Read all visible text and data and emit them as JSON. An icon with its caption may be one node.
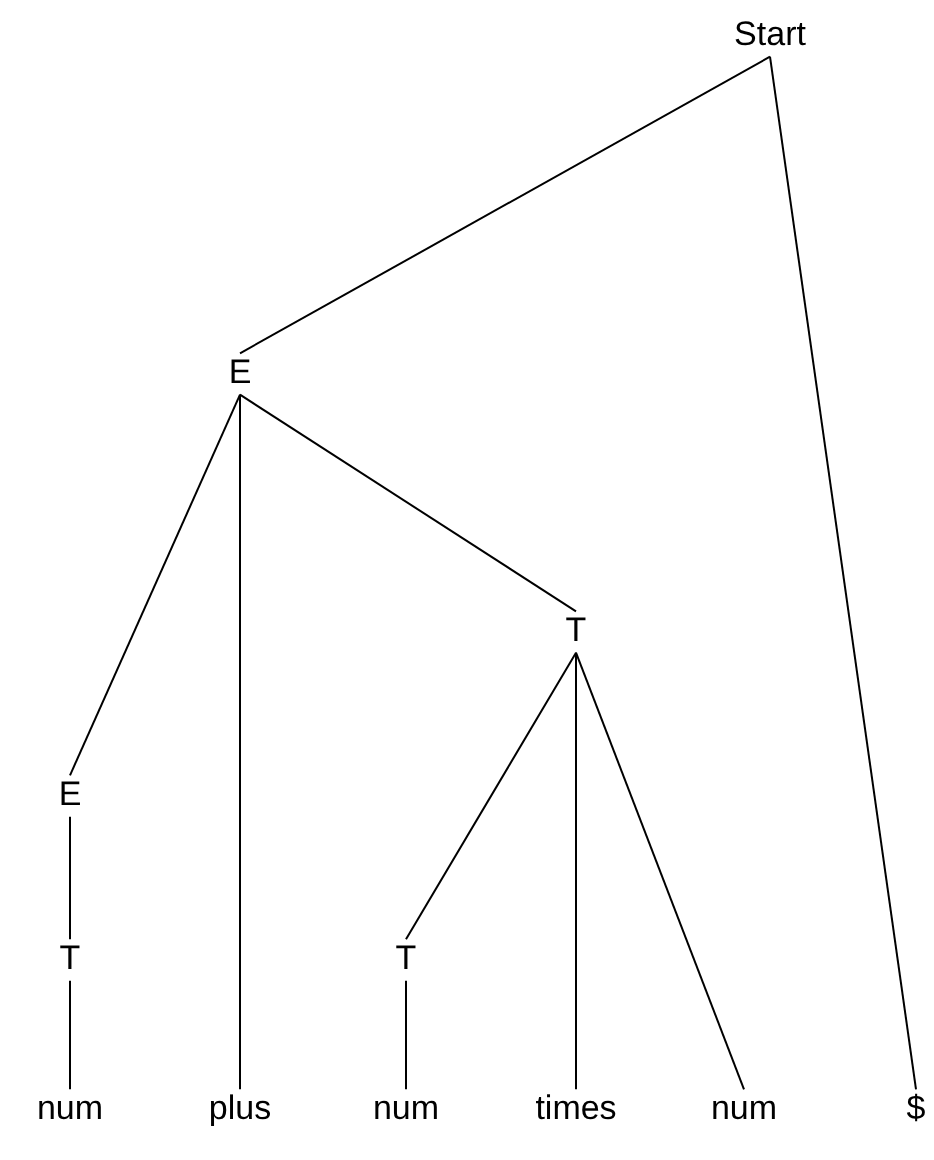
{
  "diagram": {
    "nodes": [
      {
        "text": [
          "Start"
        ]
      },
      {
        "text": [
          "E"
        ]
      },
      {
        "text": [
          "E"
        ]
      },
      {
        "text": [
          "T"
        ]
      },
      {
        "text": [
          "num"
        ]
      },
      {
        "text": [
          "plus"
        ]
      },
      {
        "text": [
          "T"
        ]
      },
      {
        "text": [
          "T"
        ]
      },
      {
        "text": [
          "num"
        ]
      },
      {
        "text": [
          "times"
        ]
      },
      {
        "text": [
          "num"
        ]
      },
      {
        "text": [
          "$"
        ]
      }
    ],
    "edges": [
      {
        "from": 0,
        "to": 1,
        "arrow": "none"
      },
      {
        "from": 0,
        "to": 11,
        "arrow": "none"
      },
      {
        "from": 1,
        "to": 2,
        "arrow": "none"
      },
      {
        "from": 1,
        "to": 5,
        "arrow": "none"
      },
      {
        "from": 1,
        "to": 6,
        "arrow": "none"
      },
      {
        "from": 2,
        "to": 3,
        "arrow": "none"
      },
      {
        "from": 3,
        "to": 4,
        "arrow": "none"
      },
      {
        "from": 6,
        "to": 7,
        "arrow": "none"
      },
      {
        "from": 6,
        "to": 9,
        "arrow": "none"
      },
      {
        "from": 6,
        "to": 10,
        "arrow": "none"
      },
      {
        "from": 7,
        "to": 8,
        "arrow": "none"
      }
    ]
  }
}
